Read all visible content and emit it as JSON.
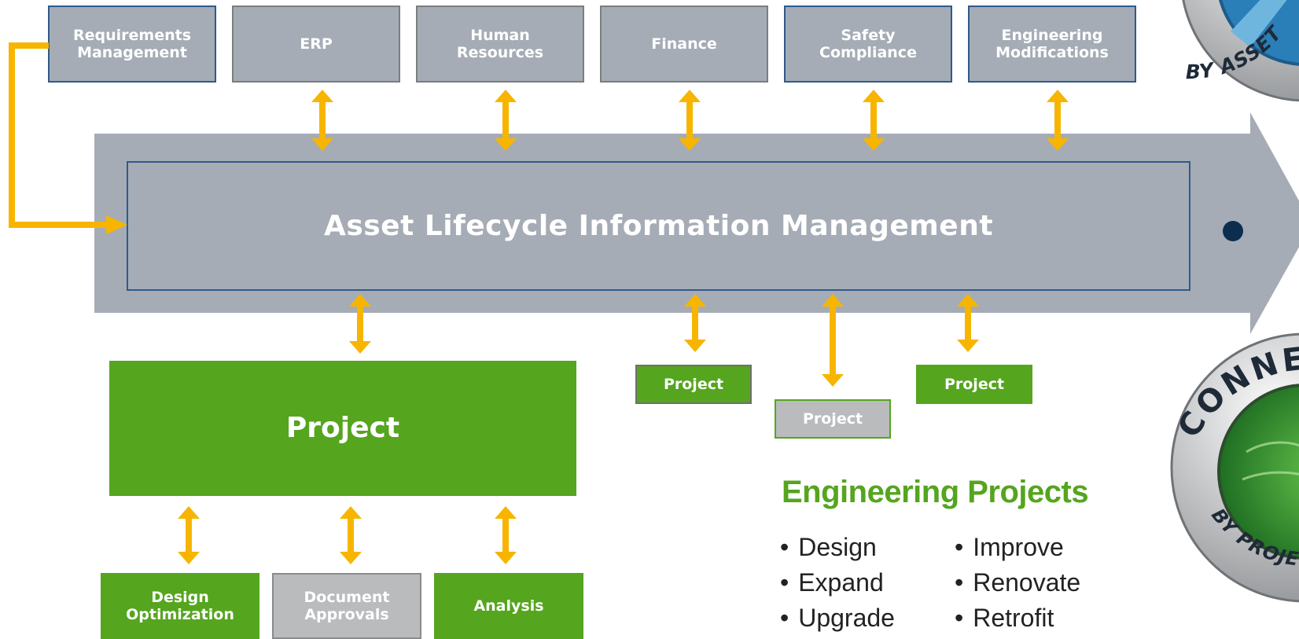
{
  "diagram": {
    "top_systems": [
      "Requirements\nManagement",
      "ERP",
      "Human\nResources",
      "Finance",
      "Safety\nCompliance",
      "Engineering\nModifications"
    ],
    "central_title": "Asset Lifecycle Information Management",
    "main_project_label": "Project",
    "small_projects": [
      "Project",
      "Project",
      "Project"
    ],
    "sub_tasks": [
      "Design\nOptimization",
      "Document\nApprovals",
      "Analysis"
    ],
    "engineering_projects": {
      "title": "Engineering Projects",
      "left_items": [
        "Design",
        "Expand",
        "Upgrade"
      ],
      "right_items": [
        "Improve",
        "Renovate",
        "Retrofit"
      ]
    },
    "badges": {
      "top_badge_text": "BY ASSET",
      "bottom_badge_ring_text": "CONNE",
      "bottom_badge_text": "BY PROJEC"
    }
  },
  "colors": {
    "band_grey": "#a5acb6",
    "box_border_blue": "#2e5a8a",
    "project_green": "#55a51f",
    "arrow_gold": "#f7b500",
    "disabled_grey": "#b9bbbd"
  }
}
